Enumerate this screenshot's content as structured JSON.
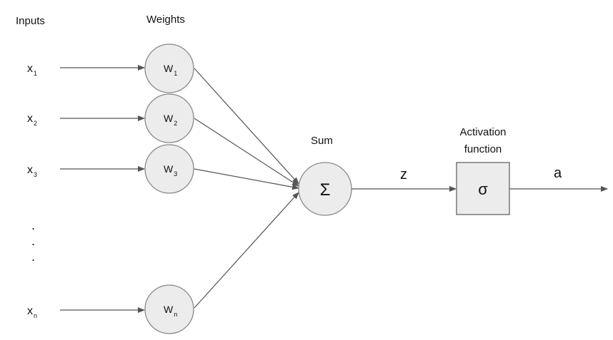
{
  "headers": {
    "inputs": "Inputs",
    "weights": "Weights",
    "sum": "Sum",
    "activation_line1": "Activation",
    "activation_line2": "function"
  },
  "inputs": [
    {
      "base": "x",
      "sub": "1"
    },
    {
      "base": "x",
      "sub": "2"
    },
    {
      "base": "x",
      "sub": "3"
    },
    {
      "base": "x",
      "sub": "n"
    }
  ],
  "weights": [
    {
      "base": "W",
      "sub": "1"
    },
    {
      "base": "W",
      "sub": "2"
    },
    {
      "base": "W",
      "sub": "3"
    },
    {
      "base": "W",
      "sub": "n"
    }
  ],
  "ellipsis": ".",
  "sum_symbol": "Σ",
  "z_label": "z",
  "activation_symbol": "σ",
  "output_label": "a"
}
